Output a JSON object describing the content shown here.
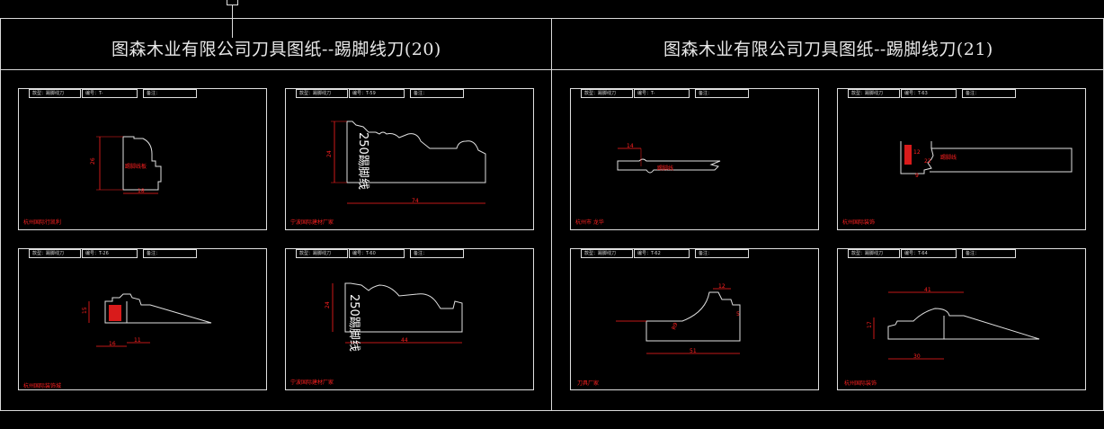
{
  "titles": [
    "图森木业有限公司刀具图纸--踢脚线刀(20)",
    "图森木业有限公司刀具图纸--踢脚线刀(21)"
  ],
  "cards": [
    {
      "type": "款型：踢脚线刀",
      "code": "编号：T-",
      "note": "备注：",
      "caption": "杭州国际行凯利",
      "dims": [
        "26",
        "18"
      ],
      "label": "踢脚线板"
    },
    {
      "type": "款型：踢脚线刀",
      "code": "编号：T-59",
      "note": "备注：",
      "caption": "宁波国际建材厂家",
      "dims": [
        "24",
        "74"
      ],
      "label": "250踢脚线"
    },
    {
      "type": "款型：踢脚线刀",
      "code": "编号：T-26",
      "note": "备注：",
      "caption": "杭州国际装饰城",
      "dims": [
        "15",
        "16",
        "11"
      ],
      "label": ""
    },
    {
      "type": "款型：踢脚线刀",
      "code": "编号：T-60",
      "note": "备注：",
      "caption": "宁波国际建材厂家",
      "dims": [
        "24",
        "44"
      ],
      "label": "250踢脚线"
    },
    {
      "type": "款型：踢脚线刀",
      "code": "编号：T-",
      "note": "备注：",
      "caption": "杭州市 龙华",
      "dims": [
        "14"
      ],
      "label": "踢脚线"
    },
    {
      "type": "款型：踢脚线刀",
      "code": "编号：T-63",
      "note": "备注：",
      "caption": "杭州国际装饰",
      "dims": [
        "12",
        "22",
        "9"
      ],
      "label": "踢脚线"
    },
    {
      "type": "款型：踢脚线刀",
      "code": "编号：T-62",
      "note": "备注：",
      "caption": "刀具厂家",
      "dims": [
        "12",
        "5",
        "51",
        "R9"
      ],
      "label": ""
    },
    {
      "type": "款型：踢脚线刀",
      "code": "编号：T-64",
      "note": "备注：",
      "caption": "杭州国际装饰",
      "dims": [
        "41",
        "17",
        "30"
      ],
      "label": ""
    }
  ],
  "colors": {
    "background": "#000000",
    "line": "#e0e0e0",
    "dimension": "#ff2020"
  }
}
